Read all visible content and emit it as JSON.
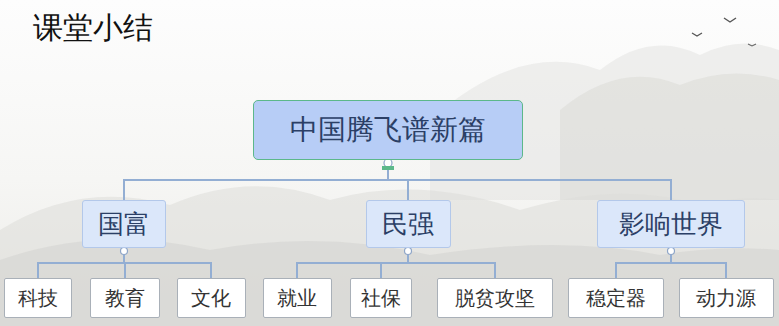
{
  "diagram": {
    "title": "课堂小结",
    "nodes": [
      {
        "text": [
          "中国腾飞谱新篇"
        ]
      },
      {
        "text": [
          "国富"
        ]
      },
      {
        "text": [
          "民强"
        ]
      },
      {
        "text": [
          "影响世界"
        ]
      },
      {
        "text": [
          "科技"
        ]
      },
      {
        "text": [
          "教育"
        ]
      },
      {
        "text": [
          "文化"
        ]
      },
      {
        "text": [
          "就业"
        ]
      },
      {
        "text": [
          "社保"
        ]
      },
      {
        "text": [
          "脱贫攻坚"
        ]
      },
      {
        "text": [
          "稳定器"
        ]
      },
      {
        "text": [
          "动力源"
        ]
      }
    ],
    "edges": [
      {
        "from": 0,
        "to": 1,
        "arrow": "none"
      },
      {
        "from": 0,
        "to": 2,
        "arrow": "none"
      },
      {
        "from": 0,
        "to": 3,
        "arrow": "none"
      },
      {
        "from": 1,
        "to": 4,
        "arrow": "none"
      },
      {
        "from": 1,
        "to": 5,
        "arrow": "none"
      },
      {
        "from": 1,
        "to": 6,
        "arrow": "none"
      },
      {
        "from": 2,
        "to": 7,
        "arrow": "none"
      },
      {
        "from": 2,
        "to": 8,
        "arrow": "none"
      },
      {
        "from": 2,
        "to": 9,
        "arrow": "none"
      },
      {
        "from": 3,
        "to": 10,
        "arrow": "none"
      },
      {
        "from": 3,
        "to": 11,
        "arrow": "none"
      }
    ]
  }
}
